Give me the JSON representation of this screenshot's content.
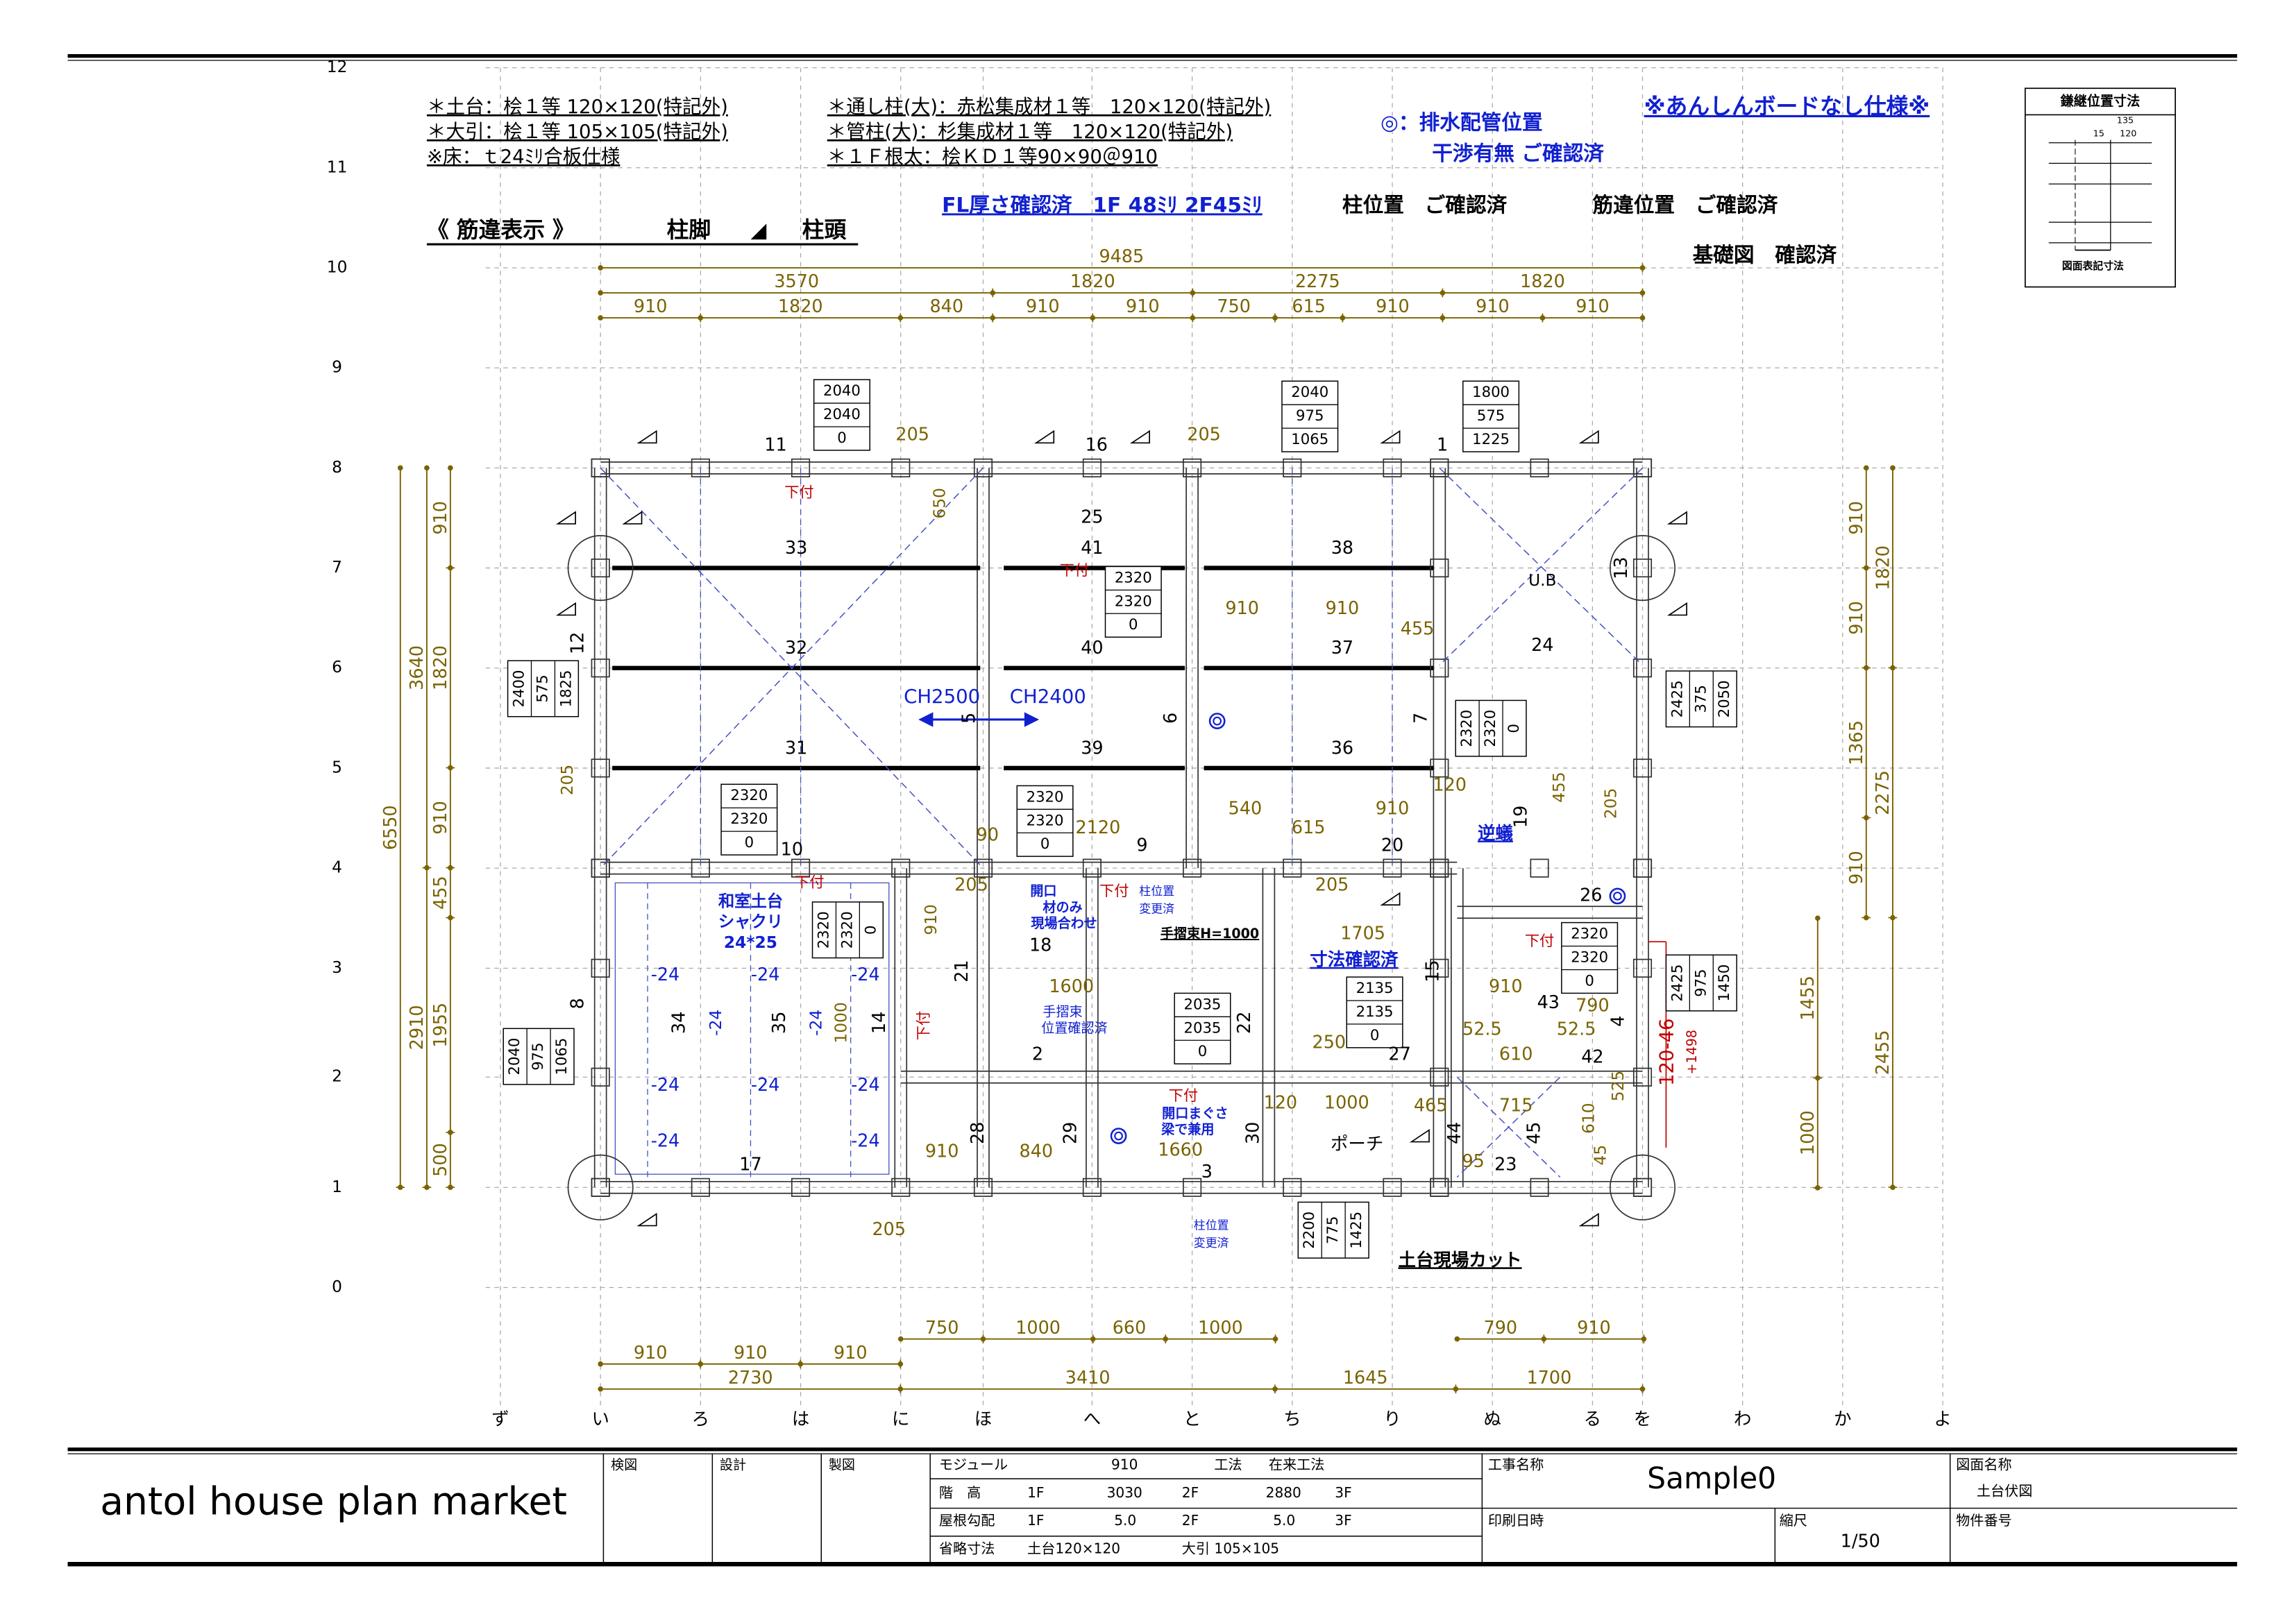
{
  "notes": {
    "left": [
      "＊土台：桧１等 120×120(特記外)",
      "＊大引：桧１等 105×105(特記外)",
      "※床：ｔ24ﾐﾘ合板仕様"
    ],
    "middle": [
      "＊通し柱(大)：赤松集成材１等　120×120(特記外)",
      "＊管柱(大)：杉集成材１等　120×120(特記外)",
      "＊１Ｆ根太：桧ＫＤ１等90×90＠910"
    ],
    "drain": [
      "◎：排水配管位置",
      "干渉有無 ご確認済"
    ],
    "anshin": "※あんしんボードなし仕様※",
    "fl_note": "FL厚さ確認済　1F 48ﾐﾘ 2F45ﾐﾘ",
    "brace_legend": {
      "title": "《 筋違表示 》",
      "foot": "柱脚",
      "symbol": "◢",
      "head": "柱頭"
    },
    "checks": [
      "柱位置　ご確認済",
      "筋違位置　ご確認済",
      "基礎図　確認済"
    ]
  },
  "key_box": {
    "title": "鎌継位置寸法",
    "values": [
      "135",
      "15",
      "120"
    ],
    "footer": "図面表記寸法"
  },
  "grid": {
    "rows": [
      "12",
      "11",
      "10",
      "9",
      "8",
      "7",
      "6",
      "5",
      "4",
      "3",
      "2",
      "1",
      "0"
    ],
    "cols": [
      "ず",
      "い",
      "ろ",
      "は",
      "に",
      "ほ",
      "へ",
      "と",
      "ち",
      "り",
      "ぬ",
      "る",
      "を",
      "わ",
      "か",
      "よ"
    ]
  },
  "dimensions": {
    "top_total": [
      "9485"
    ],
    "top_2": [
      "3570",
      "1820",
      "2275",
      "1820"
    ],
    "top_3": [
      "910",
      "1820",
      "840",
      "910",
      "910",
      "750",
      "615",
      "910",
      "910",
      "910"
    ],
    "bottom_1": [
      "750",
      "1000",
      "660",
      "1000"
    ],
    "bottom_1b": [
      "790",
      "910"
    ],
    "bottom_2": [
      "910",
      "910",
      "910"
    ],
    "bottom_3": [
      "2730",
      "3410",
      "1645",
      "1700"
    ],
    "left_total": [
      "6550"
    ],
    "left_2": [
      "3640",
      "2910"
    ],
    "left_3": [
      "910",
      "1820",
      "910",
      "455",
      "1955",
      "500"
    ],
    "right_1": [
      "1820",
      "2275",
      "2455"
    ],
    "right_2": [
      "910",
      "910",
      "1365",
      "910"
    ],
    "right_3": [
      "1455",
      "1000"
    ]
  },
  "plan": {
    "members": [
      "11",
      "16",
      "1",
      "25",
      "33",
      "41",
      "38",
      "32",
      "40",
      "37",
      "24",
      "31",
      "39",
      "36",
      "10",
      "9",
      "20",
      "18",
      "2",
      "27",
      "42",
      "43",
      "17",
      "3",
      "23",
      "26",
      "12",
      "13",
      "6",
      "5",
      "7",
      "19",
      "8",
      "34",
      "35",
      "14",
      "21",
      "22",
      "15",
      "28",
      "29",
      "30",
      "44",
      "45",
      "4"
    ],
    "inner_dims": [
      "205",
      "205",
      "650",
      "910",
      "910",
      "455",
      "120",
      "455",
      "205",
      "540",
      "910",
      "615",
      "2120",
      "90",
      "205",
      "205",
      "1705",
      "910",
      "790",
      "910",
      "1600",
      "1000",
      "610",
      "52.5",
      "52.5",
      "250",
      "525",
      "120",
      "1000",
      "465",
      "715",
      "610",
      "45",
      "95",
      "910",
      "840",
      "1660",
      "205",
      "205",
      "-24",
      "-24",
      "-24",
      "-24",
      "-24",
      "-24",
      "-24",
      "-24",
      "-24",
      "-24"
    ],
    "red": [
      "120-46",
      "+1498",
      "下付",
      "下付",
      "下付",
      "下付",
      "下付",
      "下付",
      "下付"
    ],
    "blue": [
      "CH2500",
      "CH2400",
      "和室土台",
      "シャクリ",
      "24*25",
      "開口",
      "材のみ",
      "現場合わせ",
      "柱位置",
      "変更済",
      "寸法確認済",
      "手摺束",
      "位置確認済",
      "開口まぐさ",
      "梁で兼用",
      "柱位置",
      "変更済",
      "逆蟻"
    ],
    "black": [
      "手摺束H=1000",
      "U.B",
      "ポーチ",
      "土台現場カット"
    ],
    "stacks": [
      [
        "2040",
        "2040",
        "0"
      ],
      [
        "2040",
        "975",
        "1065"
      ],
      [
        "1800",
        "575",
        "1225"
      ],
      [
        "2320",
        "2320",
        "0"
      ],
      [
        "2320",
        "2320",
        "0"
      ],
      [
        "2320",
        "2320",
        "0"
      ],
      [
        "2035",
        "2035",
        "0"
      ],
      [
        "2135",
        "2135",
        "0"
      ],
      [
        "2320",
        "2320",
        "0"
      ],
      [
        "2400",
        "575",
        "1825"
      ],
      [
        "2425",
        "375",
        "2050"
      ],
      [
        "2040",
        "975",
        "1065"
      ],
      [
        "2425",
        "975",
        "1450"
      ],
      [
        "2200",
        "775",
        "1425"
      ],
      [
        "2320",
        "2320",
        "0"
      ],
      [
        "2320",
        "2320",
        "0"
      ]
    ]
  },
  "title_block": {
    "company": "antol house plan market",
    "check_labels": [
      "検図",
      "設計",
      "製図"
    ],
    "module_label": "モジュール",
    "module_value": "910",
    "method_label": "工法",
    "method_value": "在来工法",
    "height_label": "階　高",
    "h1_label": "1F",
    "h1": "3030",
    "h2_label": "2F",
    "h2": "2880",
    "h3_label": "3F",
    "roof_label": "屋根勾配",
    "r1_label": "1F",
    "r1": "5.0",
    "r2_label": "2F",
    "r2": "5.0",
    "r3_label": "3F",
    "abbr_label": "省略寸法",
    "abbr_sill": "土台120×120",
    "abbr_beam": "大引 105×105",
    "project_label": "工事名称",
    "project_name": "Sample0",
    "print_label": "印刷日時",
    "scale_label": "縮尺",
    "scale_value": "1/50",
    "drawing_label": "図面名称",
    "drawing_name": "土台伏図",
    "property_label": "物件番号"
  }
}
